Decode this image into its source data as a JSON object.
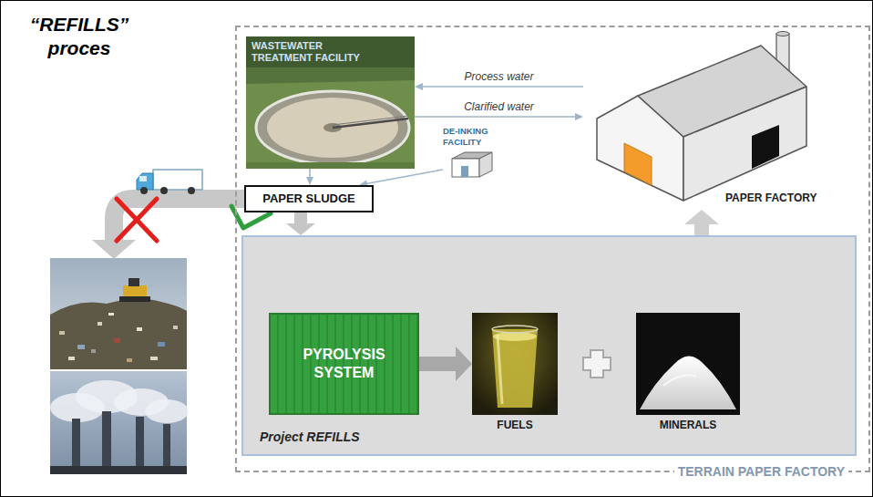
{
  "diagram": {
    "title": "“REFILLS” proces",
    "nodes": [
      {
        "text": [
          "TERRAIN PAPER FACTORY"
        ]
      },
      {
        "text": [
          "WASTEWATER TREATMENT FACILITY"
        ],
        "in": 0
      },
      {
        "text": [
          "PAPER FACTORY"
        ],
        "in": 0
      },
      {
        "text": [
          "DE-INKING FACILITY"
        ],
        "in": 0
      },
      {
        "text": [
          "PAPER SLUDGE"
        ],
        "in": 0
      },
      {
        "text": [
          "Project REFILLS"
        ],
        "in": 0
      },
      {
        "text": [
          "PYROLYSIS SYSTEM"
        ],
        "in": 5
      },
      {
        "text": [
          "FUELS"
        ],
        "in": 5
      },
      {
        "text": [
          "MINERALS"
        ],
        "in": 5
      }
    ],
    "edges": [
      {
        "from": 2,
        "to": 1,
        "label": "Process water",
        "arrow": "to"
      },
      {
        "from": 1,
        "to": 2,
        "label": "Clarified water",
        "arrow": "to"
      },
      {
        "from": 1,
        "to": 4,
        "arrow": "to"
      },
      {
        "from": 3,
        "to": 4,
        "arrow": "to"
      },
      {
        "from": 4,
        "to": 5,
        "arrow": "to"
      },
      {
        "from": 6,
        "to": 7,
        "arrow": "to"
      },
      {
        "from": 5,
        "to": 2,
        "arrow": "to"
      }
    ]
  }
}
